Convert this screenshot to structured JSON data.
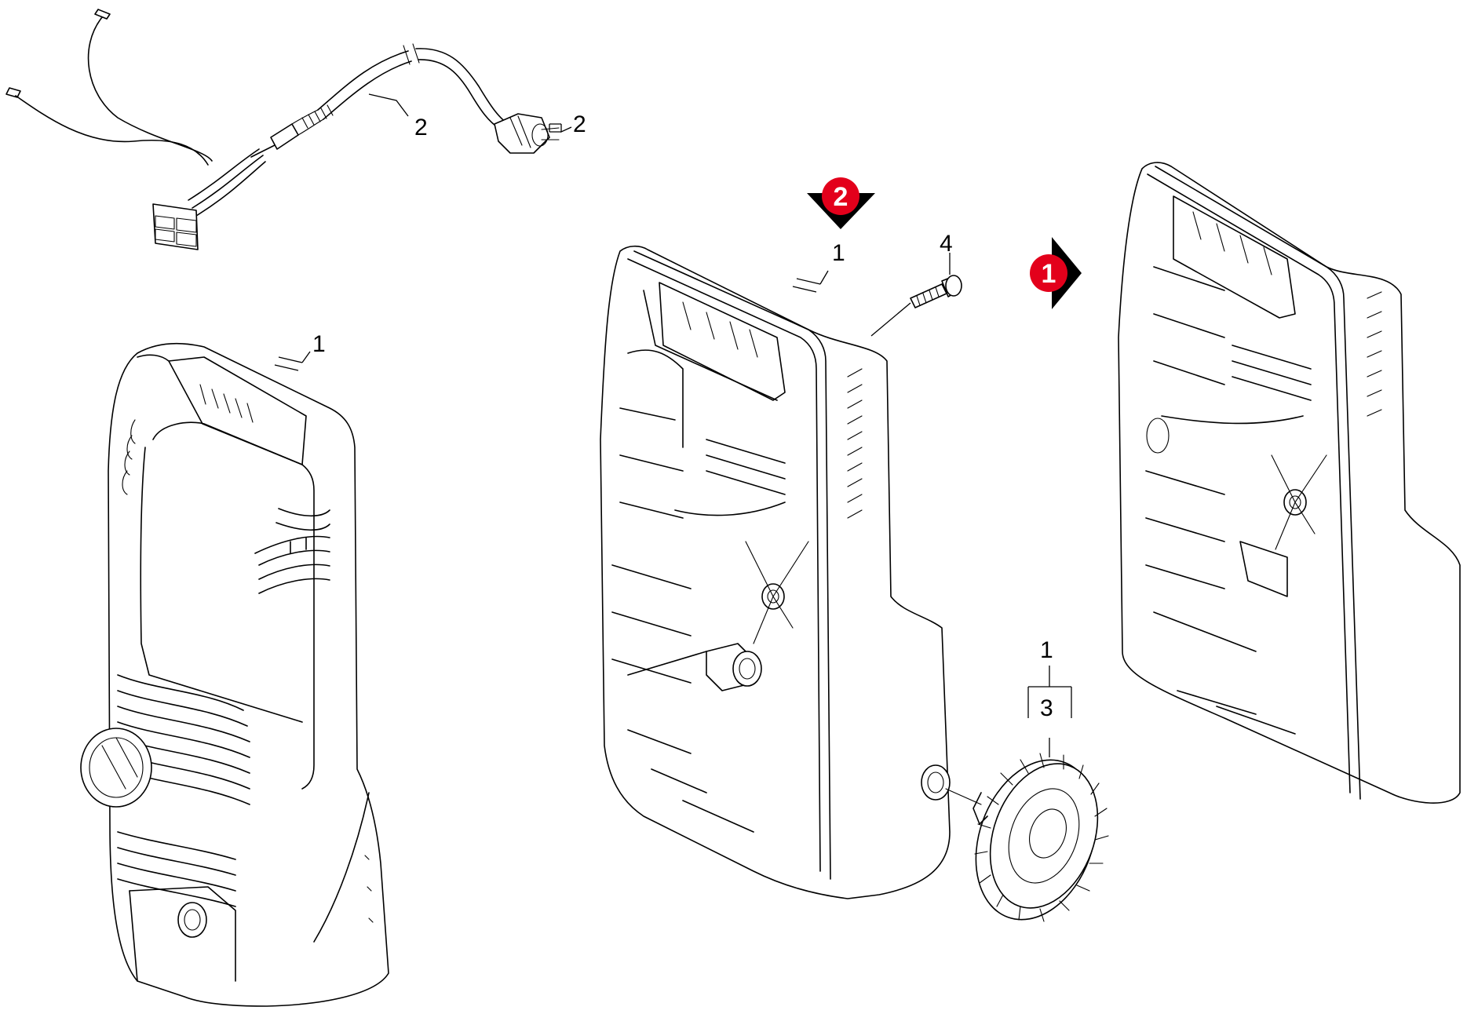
{
  "callouts": {
    "cable_upper": "2",
    "plug": "2",
    "front_housing": "1",
    "rear_housing": "1",
    "screw": "4",
    "wheel_group": "1",
    "wheel": "3"
  },
  "badges": {
    "step_two": "2",
    "step_one": "1"
  },
  "colors": {
    "badge": "#e3001b",
    "line": "#000000",
    "background": "#ffffff"
  }
}
